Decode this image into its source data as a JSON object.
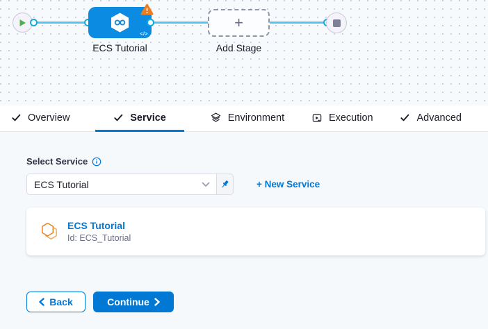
{
  "pipeline_canvas": {
    "stage": {
      "label": "ECS Tutorial",
      "code_icon": "</>"
    },
    "add_stage": {
      "label": "Add Stage",
      "plus": "+"
    }
  },
  "tabs": [
    {
      "label": "Overview",
      "icon": "check"
    },
    {
      "label": "Service",
      "icon": "check",
      "active": true
    },
    {
      "label": "Environment",
      "icon": "environment-layers"
    },
    {
      "label": "Execution",
      "icon": "execution-play"
    },
    {
      "label": "Advanced",
      "icon": "check"
    }
  ],
  "service_form": {
    "label": "Select Service",
    "info_icon": "info-circle",
    "select_value": "ECS Tutorial",
    "pin_icon": "pin",
    "new_service_link": "+ New Service"
  },
  "service_card": {
    "icon": "ecs-service-hexagon",
    "name": "ECS Tutorial",
    "id_text": "Id: ECS_Tutorial"
  },
  "footer": {
    "back_label": "Back",
    "continue_label": "Continue"
  },
  "colors": {
    "accent_blue": "#0278d5",
    "node_blue": "#0b8ce2",
    "connector_blue": "#0aade4",
    "line_blue": "#55c3f0",
    "warning_orange": "#ee7d1f",
    "play_green": "#4db050",
    "service_icon_orange": "#e87f1e",
    "content_bg": "#f6f9fc",
    "canvas_bg": "#f7fafd"
  }
}
